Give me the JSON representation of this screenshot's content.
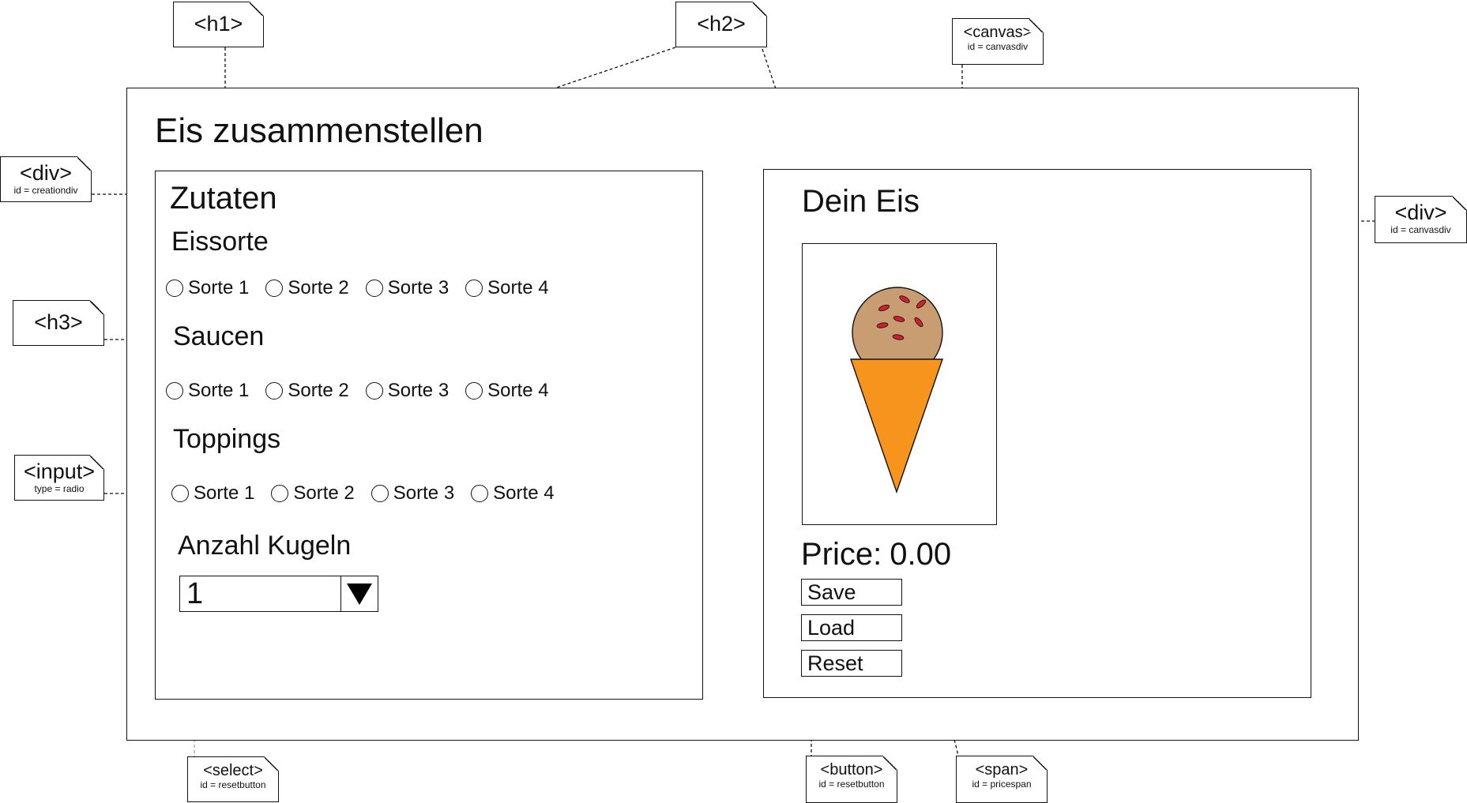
{
  "page": {
    "title": "Eis zusammenstellen",
    "creation": {
      "heading": "Zutaten",
      "groups": [
        {
          "heading": "Eissorte",
          "options": [
            "Sorte 1",
            "Sorte 2",
            "Sorte 3",
            "Sorte 4"
          ]
        },
        {
          "heading": "Saucen",
          "options": [
            "Sorte 1",
            "Sorte 2",
            "Sorte 3",
            "Sorte 4"
          ]
        },
        {
          "heading": "Toppings",
          "options": [
            "Sorte 1",
            "Sorte 2",
            "Sorte 3",
            "Sorte 4"
          ]
        }
      ],
      "scoops_heading": "Anzahl Kugeln",
      "scoops_value": "1"
    },
    "preview": {
      "heading": "Dein Eis",
      "price_label": "Price:",
      "price_value": "0.00",
      "buttons": [
        "Save",
        "Load",
        "Reset"
      ]
    }
  },
  "annotations": {
    "h1": {
      "tag": "<h1>"
    },
    "h2": {
      "tag": "<h2>"
    },
    "canvas": {
      "tag": "<canvas>",
      "sub": "id = canvasdiv"
    },
    "div_left": {
      "tag": "<div>",
      "sub": "id = creationdiv"
    },
    "div_right": {
      "tag": "<div>",
      "sub": "id = canvasdiv"
    },
    "h3": {
      "tag": "<h3>"
    },
    "input": {
      "tag": "<input>",
      "sub": "type = radio"
    },
    "select": {
      "tag": "<select>",
      "sub": "id = resetbutton"
    },
    "button": {
      "tag": "<button>",
      "sub": "id = resetbutton"
    },
    "span": {
      "tag": "<span>",
      "sub": "id = pricespan"
    }
  },
  "colors": {
    "scoop": "#c89d72",
    "cone": "#f7941d",
    "sprinkles": "#d0202e",
    "stroke": "#111111"
  },
  "icons": {
    "select_arrow": "triangle-down-icon",
    "illustration": "ice-cream-cone-icon"
  }
}
